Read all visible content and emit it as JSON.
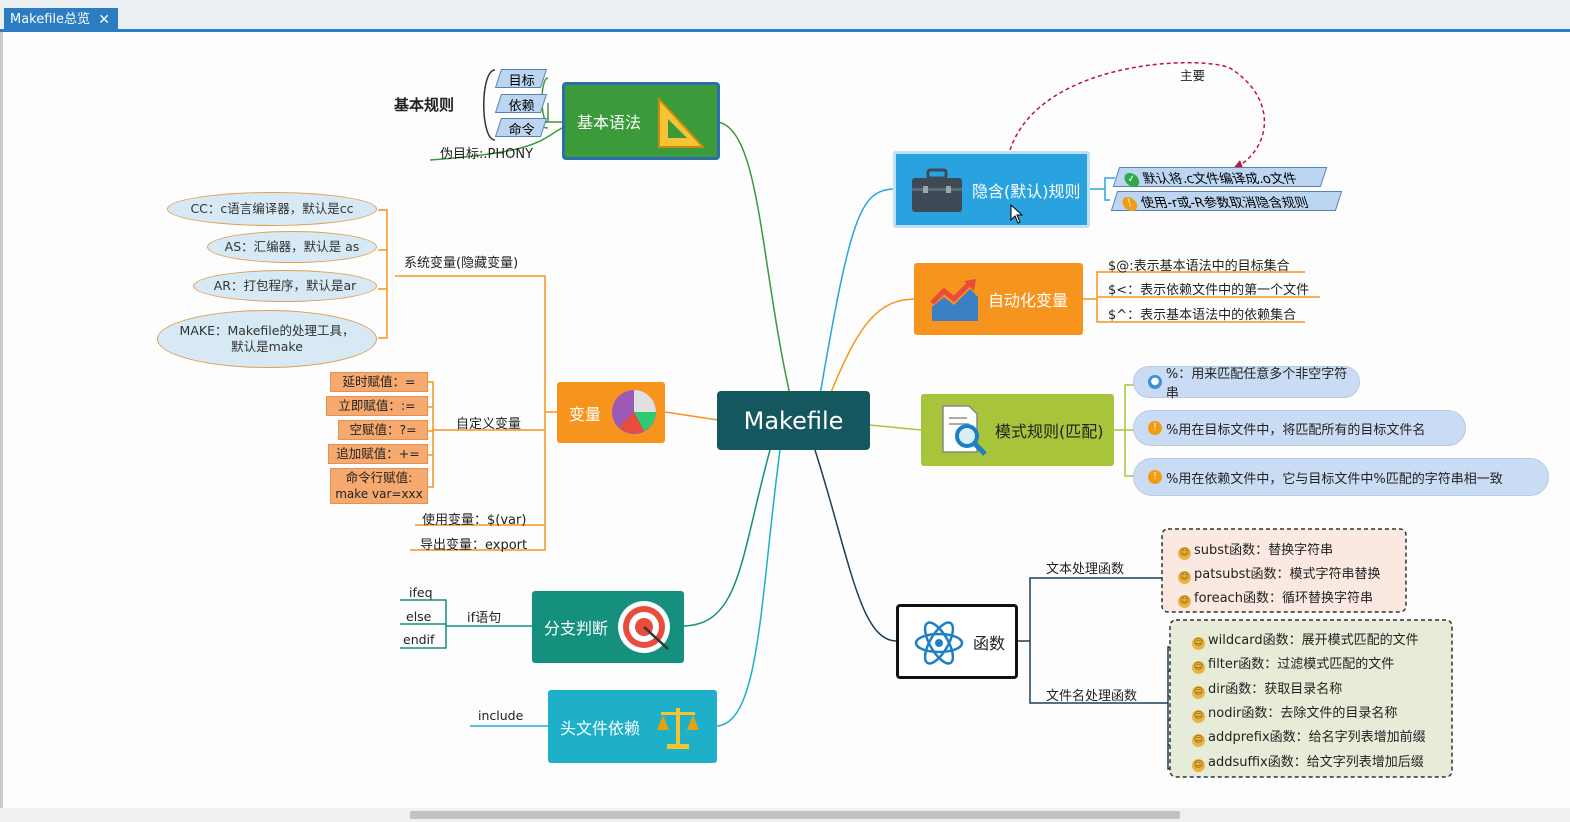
{
  "tab": {
    "title": "Makefile总览",
    "close": "✕"
  },
  "center": "Makefile",
  "basic_syntax": {
    "title": "基本语法",
    "group_label": "基本规则",
    "items": [
      "目标",
      "依赖",
      "命令"
    ],
    "phony": "伪目标:.PHONY"
  },
  "variables": {
    "title": "变量",
    "system_label": "系统变量(隐藏变量)",
    "system_items": [
      "CC：c语言编译器，默认是cc",
      "AS：汇编器，默认是 as",
      "AR：打包程序，默认是ar",
      "MAKE：Makefile的处理工具，",
      "默认是make"
    ],
    "custom_label": "自定义变量",
    "custom_items": [
      "延时赋值：=",
      "立即赋值：:=",
      "空赋值：?=",
      "追加赋值：+=",
      "命令行赋值:",
      "make var=xxx"
    ],
    "use_label": "使用变量：$(var)",
    "export_label": "导出变量：export"
  },
  "branch": {
    "title": "分支判断",
    "if_label": "if语句",
    "items": [
      "ifeq",
      "else",
      "endif"
    ]
  },
  "header": {
    "title": "头文件依赖",
    "include": "include"
  },
  "implicit": {
    "title": "隐含(默认)规则",
    "main_label": "主要",
    "items": [
      "默认将.c文件编译成.o文件",
      "使用-r或-R参数取消隐含规则"
    ]
  },
  "auto_vars": {
    "title": "自动化变量",
    "items": [
      "$@:表示基本语法中的目标集合",
      "$<：表示依赖文件中的第一个文件",
      "$^：表示基本语法中的依赖集合"
    ]
  },
  "pattern": {
    "title": "模式规则(匹配)",
    "items": [
      "%：用来匹配任意多个非空字符串",
      "%用在目标文件中，将匹配所有的目标文件名",
      "%用在依赖文件中，它与目标文件中%匹配的字符串相一致"
    ]
  },
  "functions": {
    "title": "函数",
    "text_label": "文本处理函数",
    "text_items": [
      "subst函数：替换字符串",
      "patsubst函数：模式字符串替换",
      "foreach函数：循环替换字符串"
    ],
    "file_label": "文件名处理函数",
    "file_items": [
      "wildcard函数：展开模式匹配的文件",
      "filter函数：过滤模式匹配的文件",
      "dir函数：获取目录名称",
      "nodir函数：去除文件的目录名称",
      "addprefix函数：给名字列表增加前缀",
      "addsuffix函数：给文字列表增加后缀"
    ]
  },
  "colors": {
    "center": "#14575e",
    "basic": "#3b9a3a",
    "variables": "#f7941d",
    "branch": "#15907f",
    "header": "#1eb0c9",
    "implicit": "#29a3e0",
    "auto": "#f7941d",
    "pattern": "#a7c43a",
    "tab": "#2b7cc0"
  },
  "icons": [
    "triangle-ruler-icon",
    "pie-chart-icon",
    "target-icon",
    "scale-icon",
    "briefcase-icon",
    "chart-up-icon",
    "magnifier-document-icon",
    "atom-icon",
    "check-icon",
    "warning-icon",
    "user-icon",
    "smile-icon"
  ]
}
